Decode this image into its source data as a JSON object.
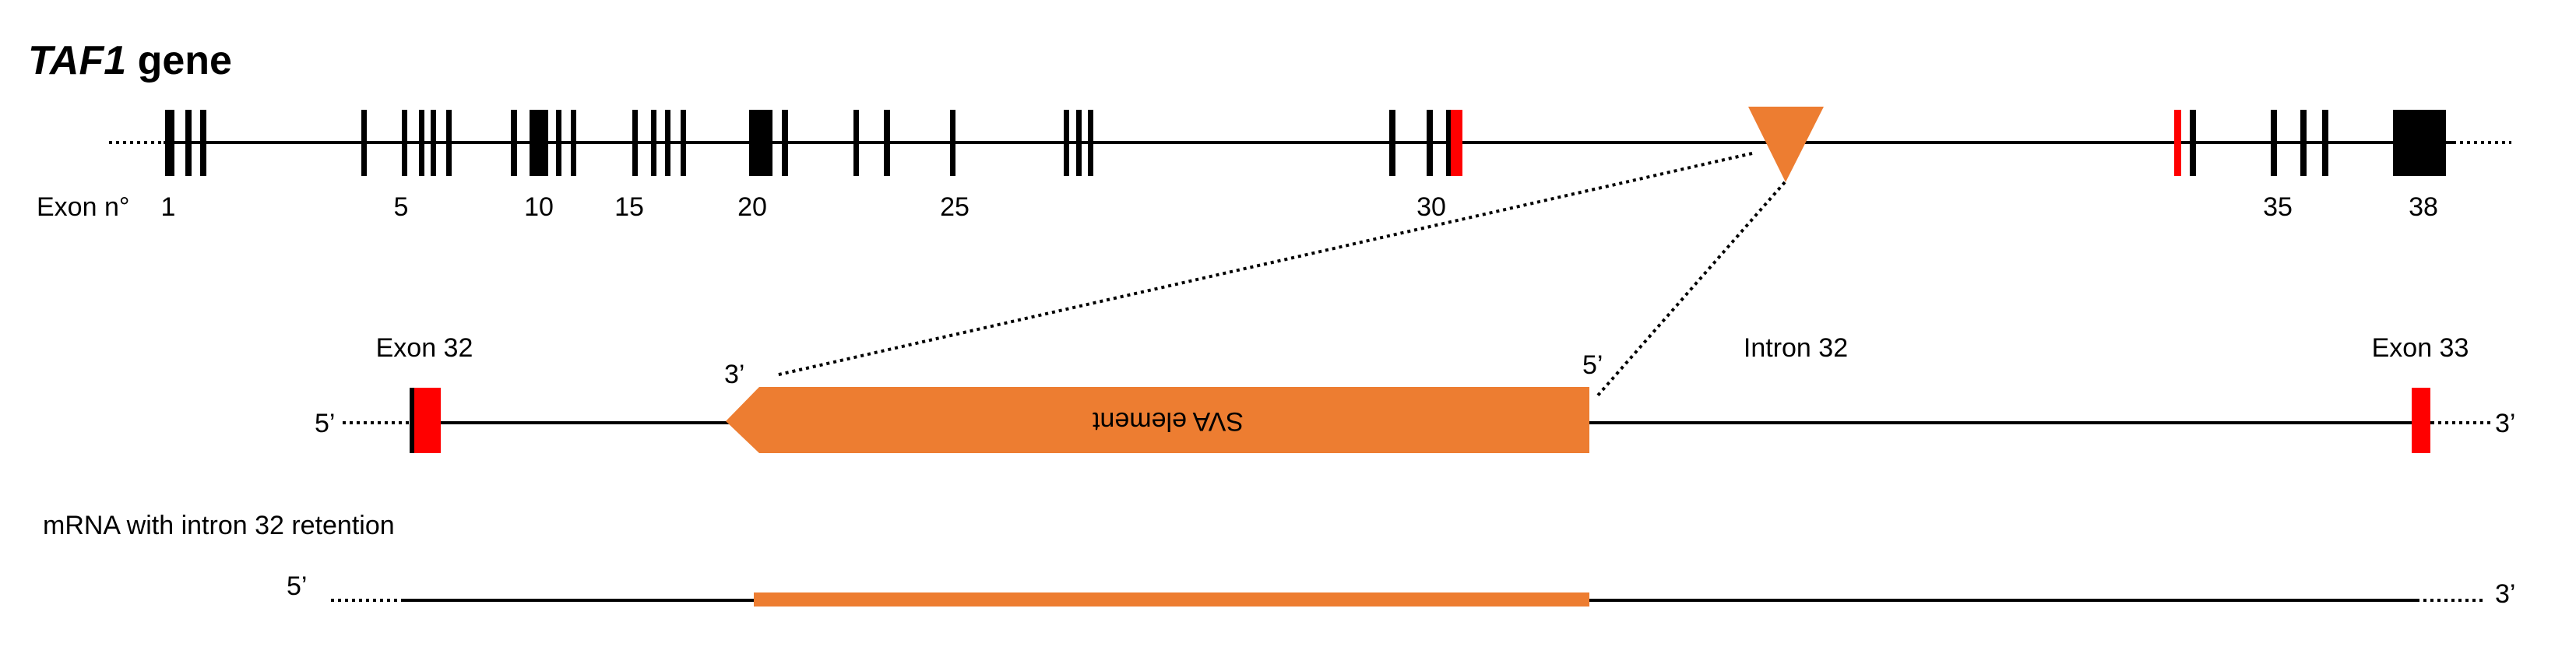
{
  "title": {
    "gene": "TAF1",
    "suffix": " gene"
  },
  "exon_axis": {
    "label": "Exon n°",
    "numbers": [
      "1",
      "5",
      "10",
      "15",
      "20",
      "25",
      "30",
      "35",
      "38"
    ]
  },
  "zoom": {
    "left_label": "Exon 32",
    "right_label": "Exon 33",
    "intron_label": "Intron 32",
    "element_label": "SVA element",
    "element_end_left": "3’",
    "element_end_right": "5’",
    "strand_5": "5’",
    "strand_3": "3’"
  },
  "mrna": {
    "label": "mRNA with intron 32 retention",
    "strand_5": "5’",
    "strand_3": "3’"
  },
  "colors": {
    "exon": "#000000",
    "mutant_exon": "#ff0000",
    "insertion": "#ed7d31"
  }
}
